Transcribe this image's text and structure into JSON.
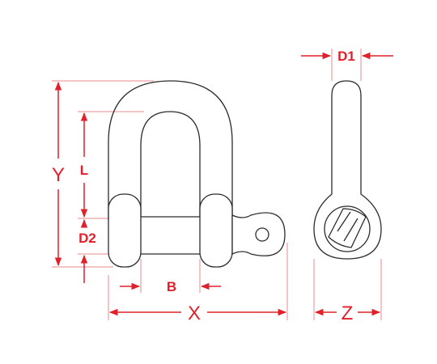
{
  "labels": {
    "d1": "D1",
    "y": "Y",
    "l": "L",
    "d2": "D2",
    "b": "B",
    "x": "X",
    "z": "Z"
  },
  "colors": {
    "dimension": "#e0202a",
    "outline": "#2b2b2b",
    "extension": "#e88a8f"
  }
}
